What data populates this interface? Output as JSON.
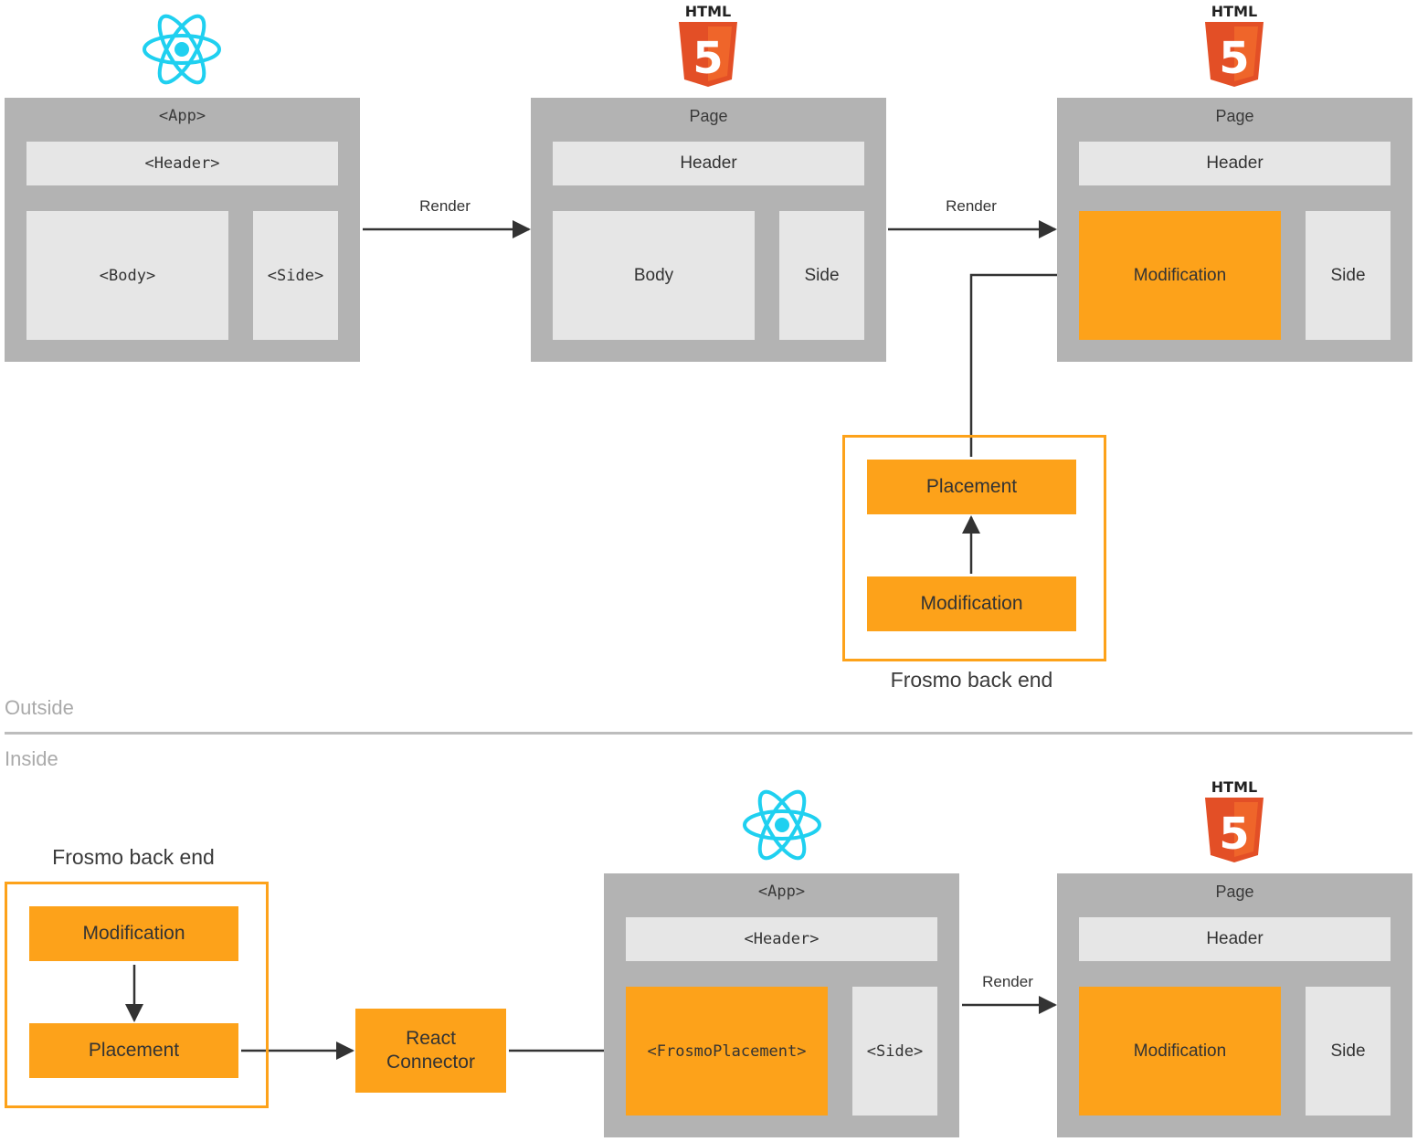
{
  "top": {
    "react_app": {
      "title": "<App>",
      "header": "<Header>",
      "body": "<Body>",
      "side": "<Side>"
    },
    "page_mid": {
      "title": "Page",
      "header": "Header",
      "body": "Body",
      "side": "Side"
    },
    "page_right": {
      "title": "Page",
      "header": "Header",
      "body": "Modification",
      "side": "Side"
    },
    "render_1": "Render",
    "render_2": "Render",
    "backend": {
      "caption": "Frosmo back end",
      "placement": "Placement",
      "modification": "Modification"
    }
  },
  "zones": {
    "outside": "Outside",
    "inside": "Inside"
  },
  "bottom": {
    "backend": {
      "caption": "Frosmo back end",
      "modification": "Modification",
      "placement": "Placement"
    },
    "connector": {
      "line1": "React",
      "line2": "Connector"
    },
    "react_app": {
      "title": "<App>",
      "header": "<Header>",
      "body": "<FrosmoPlacement>",
      "side": "<Side>"
    },
    "render": "Render",
    "page": {
      "title": "Page",
      "header": "Header",
      "body": "Modification",
      "side": "Side"
    }
  },
  "logos": {
    "html5_text": "HTML",
    "html5_digit": "5"
  },
  "colors": {
    "frame": "#b3b3b3",
    "cell": "#e6e6e6",
    "accent": "#fda21a",
    "react": "#1fd0f0",
    "html5_dark": "#e34f26",
    "html5_light": "#ef652a",
    "arrow": "#333333",
    "zone_text": "#aaaaaa"
  },
  "icons": [
    "react-logo-icon",
    "html5-logo-icon"
  ]
}
